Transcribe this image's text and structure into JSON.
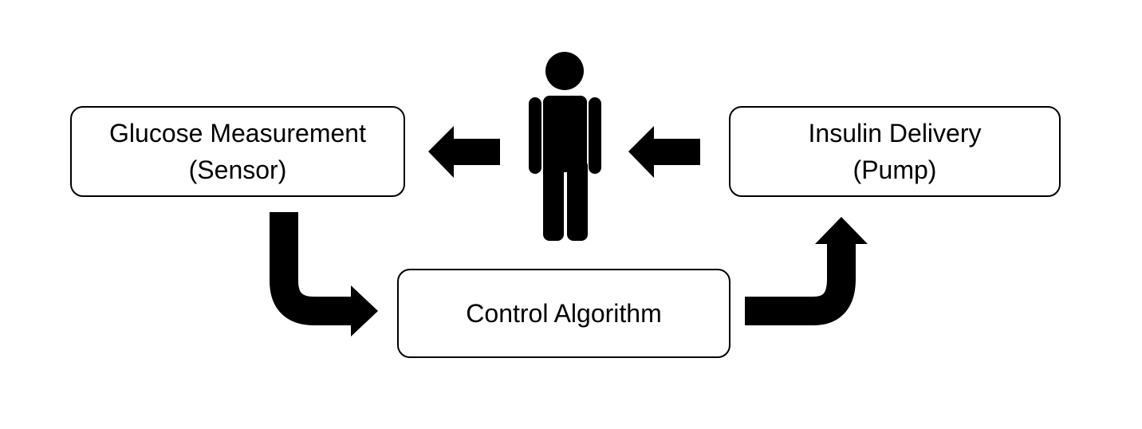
{
  "nodes": {
    "sensor": {
      "line1": "Glucose Measurement",
      "line2": "(Sensor)"
    },
    "pump": {
      "line1": "Insulin Delivery",
      "line2": "(Pump)"
    },
    "control": {
      "line1": "Control Algorithm"
    }
  },
  "icons": {
    "person": "person-icon"
  },
  "colors": {
    "stroke": "#000000",
    "fill": "#000000",
    "background": "#ffffff"
  }
}
